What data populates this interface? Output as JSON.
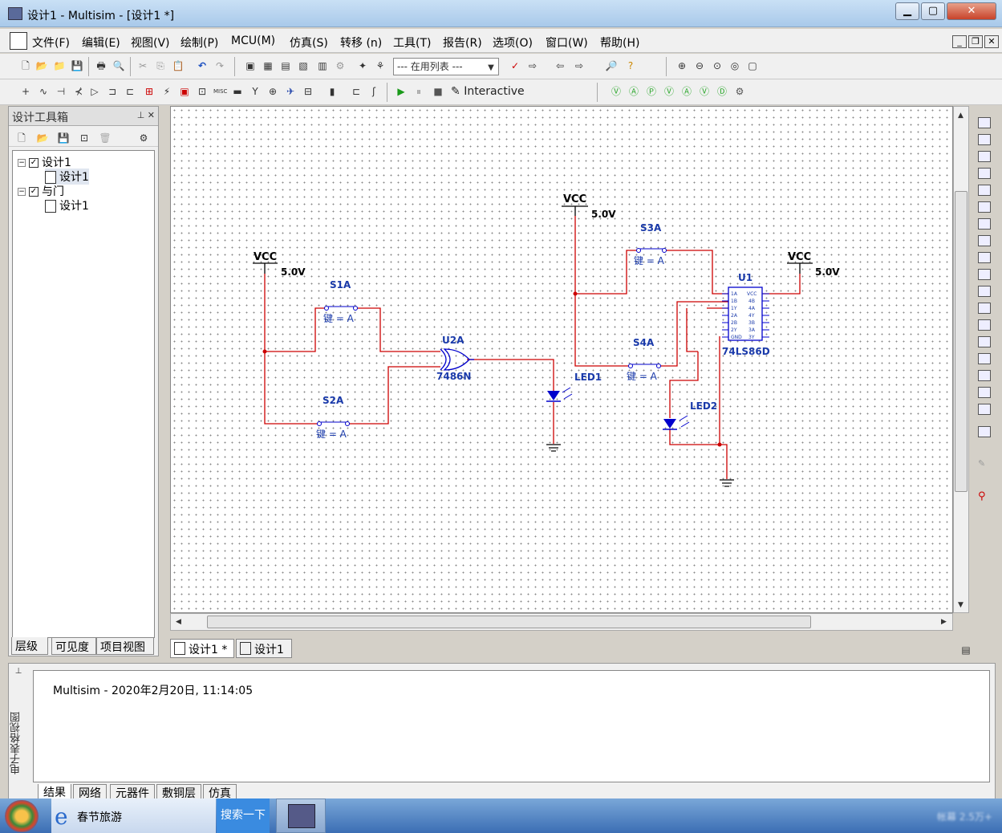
{
  "window": {
    "title": "设计1 - Multisim - [设计1 *]",
    "minimize": "▁",
    "maximize": "▢",
    "close": "✕"
  },
  "menu": [
    "文件(F)",
    "编辑(E)",
    "视图(V)",
    "绘制(P)",
    "MCU(M)",
    "仿真(S)",
    "转移 (n)",
    "工具(T)",
    "报告(R)",
    "选项(O)",
    "窗口(W)",
    "帮助(H)"
  ],
  "toolbar": {
    "in_use_list": "--- 在用列表 ---",
    "interactive_label": "Interactive"
  },
  "design_toolbox": {
    "title": "设计工具箱",
    "tree": [
      {
        "label": "设计1",
        "level": 0,
        "checked": true
      },
      {
        "label": "设计1",
        "level": 1
      },
      {
        "label": "与门",
        "level": 0,
        "checked": true
      },
      {
        "label": "设计1",
        "level": 1
      }
    ],
    "tabs": [
      "层级",
      "可见度",
      "项目视图"
    ]
  },
  "schematic": {
    "vcc1": {
      "name": "VCC",
      "voltage": "5.0V"
    },
    "vcc2": {
      "name": "VCC",
      "voltage": "5.0V"
    },
    "vcc3": {
      "name": "VCC",
      "voltage": "5.0V"
    },
    "s1": {
      "name": "S1A",
      "key": "键 = A"
    },
    "s2": {
      "name": "S2A",
      "key": "键 = A"
    },
    "s3": {
      "name": "S3A",
      "key": "键 = A"
    },
    "s4": {
      "name": "S4A",
      "key": "键 = A"
    },
    "u2a": {
      "ref": "U2A",
      "part": "7486N"
    },
    "u1": {
      "ref": "U1",
      "part": "74LS86D",
      "pins_left": [
        "1A",
        "1B",
        "1Y",
        "2A",
        "2B",
        "2Y",
        "GND"
      ],
      "pins_right": [
        "VCC",
        "4B",
        "4A",
        "4Y",
        "3B",
        "3A",
        "3Y"
      ]
    },
    "led1": "LED1",
    "led2": "LED2"
  },
  "doc_tabs": [
    "设计1 *",
    "设计1"
  ],
  "output": {
    "side_label": "电子表格视图",
    "message": "Multisim  -  2020年2月20日, 11:14:05",
    "tabs": [
      "结果",
      "网络",
      "元器件",
      "敷铜层",
      "仿真"
    ]
  },
  "taskbar": {
    "ie_label": "春节旅游",
    "search_button": "搜索一下",
    "clock": "帐幕 2.5万+"
  },
  "colors": {
    "wire": "#cc0000",
    "component": "#0000cc",
    "label": "#0000aa"
  }
}
